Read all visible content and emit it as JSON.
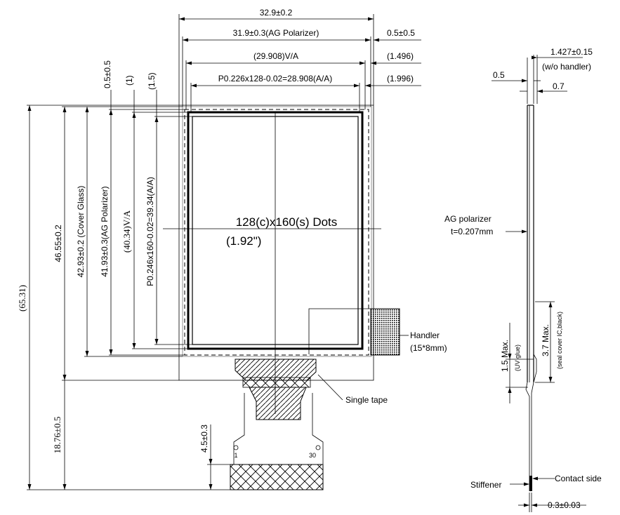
{
  "top_dims": {
    "outer_width": "32.9±0.2",
    "ag_polarizer_width": "31.9±0.3(AG Polarizer)",
    "va_width": "(29.908)V/A",
    "aa_width": "P0.226x128-0.02=28.908(A/A)",
    "right_offset_1": "0.5±0.5",
    "right_offset_2": "(1.496)",
    "right_offset_3": "(1.996)"
  },
  "left_dims": {
    "top_offset_1": "0.5±0.5",
    "top_offset_2": "(1)",
    "top_offset_3": "(1.5)",
    "total_length": "(65.31)",
    "outer_height": "46.55±0.2",
    "cover_glass_height": "42.93±0.2 (Cover Glass)",
    "ag_polarizer_height": "41.93±0.3(AG Polarizer)",
    "va_height": "(40.34)V/A",
    "aa_height": "P0.246x160-0.02=39.34(A/A)",
    "fpc_length": "18.76±0.5",
    "stiffener_length": "4.5±0.3"
  },
  "center": {
    "resolution": "128(c)x160(s) Dots",
    "diagonal": "(1.92\")"
  },
  "callouts": {
    "handler_label": "Handler",
    "handler_size": "(15*8mm)",
    "single_tape": "Single tape",
    "pin_first": "1",
    "pin_last": "30"
  },
  "side_view": {
    "top_dim": "1.427±0.15",
    "top_dim_note": "(w/o handler)",
    "left_thickness": "0.5",
    "right_thickness": "0.7",
    "ag_polarizer": "AG polarizer",
    "ag_thickness": "t=0.207mm",
    "uv_glue_dim": "1.5 Max.",
    "uv_glue_note": "(UV glue)",
    "seal_dim": "3.7 Max.",
    "seal_note": "(seal cover IC,black)",
    "stiffener": "Stiffener",
    "contact_side": "Contact side",
    "bottom_dim": "0.3±0.03"
  }
}
